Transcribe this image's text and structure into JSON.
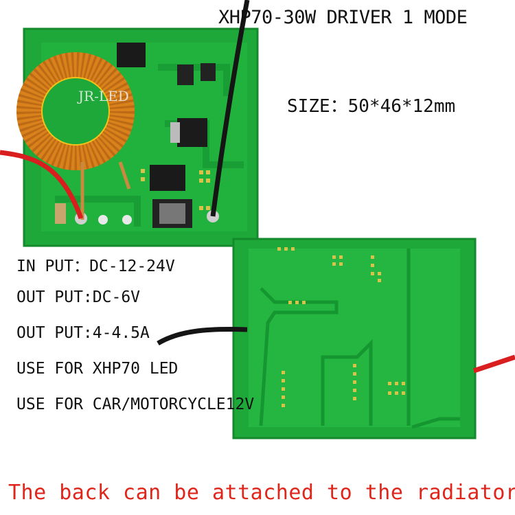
{
  "product_title": "XHP70-30W DRIVER 1 MODE",
  "size_label": "SIZE：50*46*12mm",
  "board_brand": "JR-LED",
  "specs": {
    "input": "IN PUT：DC-12-24V",
    "output_voltage": "OUT PUT:DC-6V",
    "output_current": "OUT PUT:4-4.5A",
    "use_led": "USE FOR XHP70 LED",
    "use_vehicle": "USE FOR CAR/MOTORCYCLE12V"
  },
  "footer_note": "The back can be attached to the radiator",
  "colors": {
    "pcb_green": "#1fa83a",
    "wire_red": "#d81e1e",
    "wire_black": "#151515",
    "coil_copper": "#d9821c",
    "footer_red": "#e0251b"
  }
}
